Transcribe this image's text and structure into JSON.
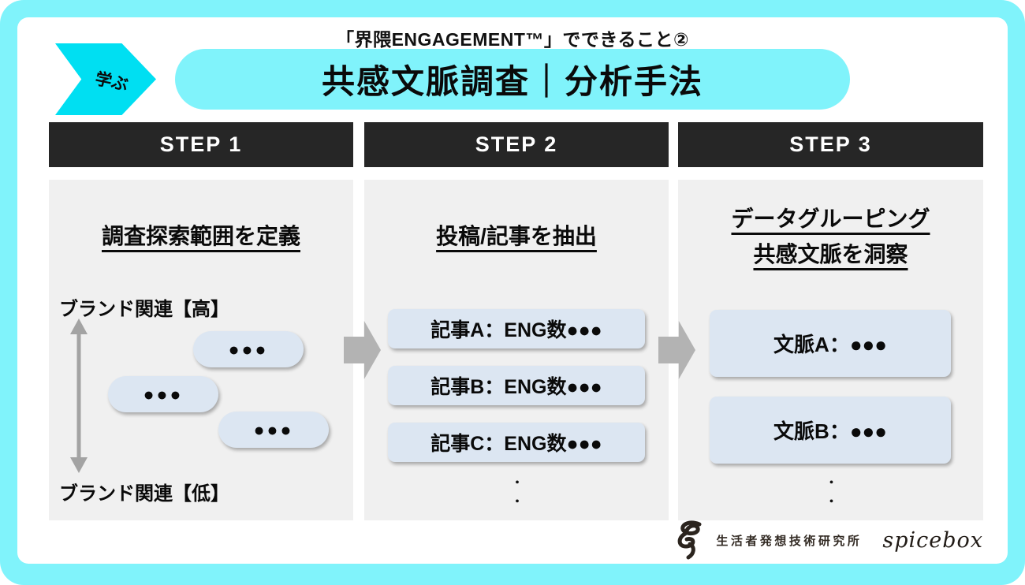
{
  "page": {
    "eyebrow": "「界隈ENGAGEMENT™」でできること②",
    "title": "共感文脈調査｜分析手法",
    "learn_tag": "学ぶ"
  },
  "steps": {
    "step1": {
      "header": "STEP 1",
      "title": "調査探索範囲を定義",
      "axis_top": "ブランド関連【高】",
      "axis_bottom": "ブランド関連【低】",
      "pills": [
        "●●●",
        "●●●",
        "●●●"
      ]
    },
    "step2": {
      "header": "STEP 2",
      "title": "投稿/記事を抽出",
      "items": [
        "記事A：ENG数●●●",
        "記事B：ENG数●●●",
        "記事C：ENG数●●●"
      ],
      "ellipsis": "・・"
    },
    "step3": {
      "header": "STEP 3",
      "title_line1": "データグルーピング",
      "title_line2": "共感文脈を洞察",
      "items": [
        "文脈A：●●●",
        "文脈B：●●●"
      ],
      "ellipsis": "・・"
    }
  },
  "footer": {
    "lab_name": "生活者発想技術研究所",
    "brand": "spicebox"
  },
  "colors": {
    "frame_cyan": "#80F3FB",
    "accent_cyan": "#00DFF2",
    "bar_black": "#262626",
    "panel_gray": "#F0F0F0",
    "card_blue": "#DCE6F2",
    "arrow_gray": "#B3B3B3"
  }
}
